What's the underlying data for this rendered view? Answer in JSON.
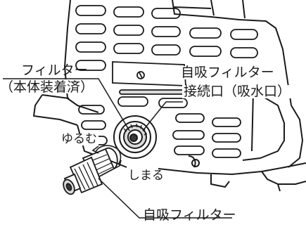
{
  "labels": {
    "filter_installed": "フィルター",
    "filter_installed_sub": "（本体装着済）",
    "self_priming_port": "自吸フィルター",
    "self_priming_port_sub": "接続口（吸水口）",
    "loosen": "ゆるむ",
    "tighten": "しまる",
    "self_priming_filter": "自吸フィルター"
  },
  "colors": {
    "line": "#1a1a1a",
    "body": "#ffffff",
    "shade": "#d9d9d9",
    "dark": "#3a3a3a"
  },
  "icons": {
    "rotate_arrow": "curved-double-arrow-icon"
  }
}
